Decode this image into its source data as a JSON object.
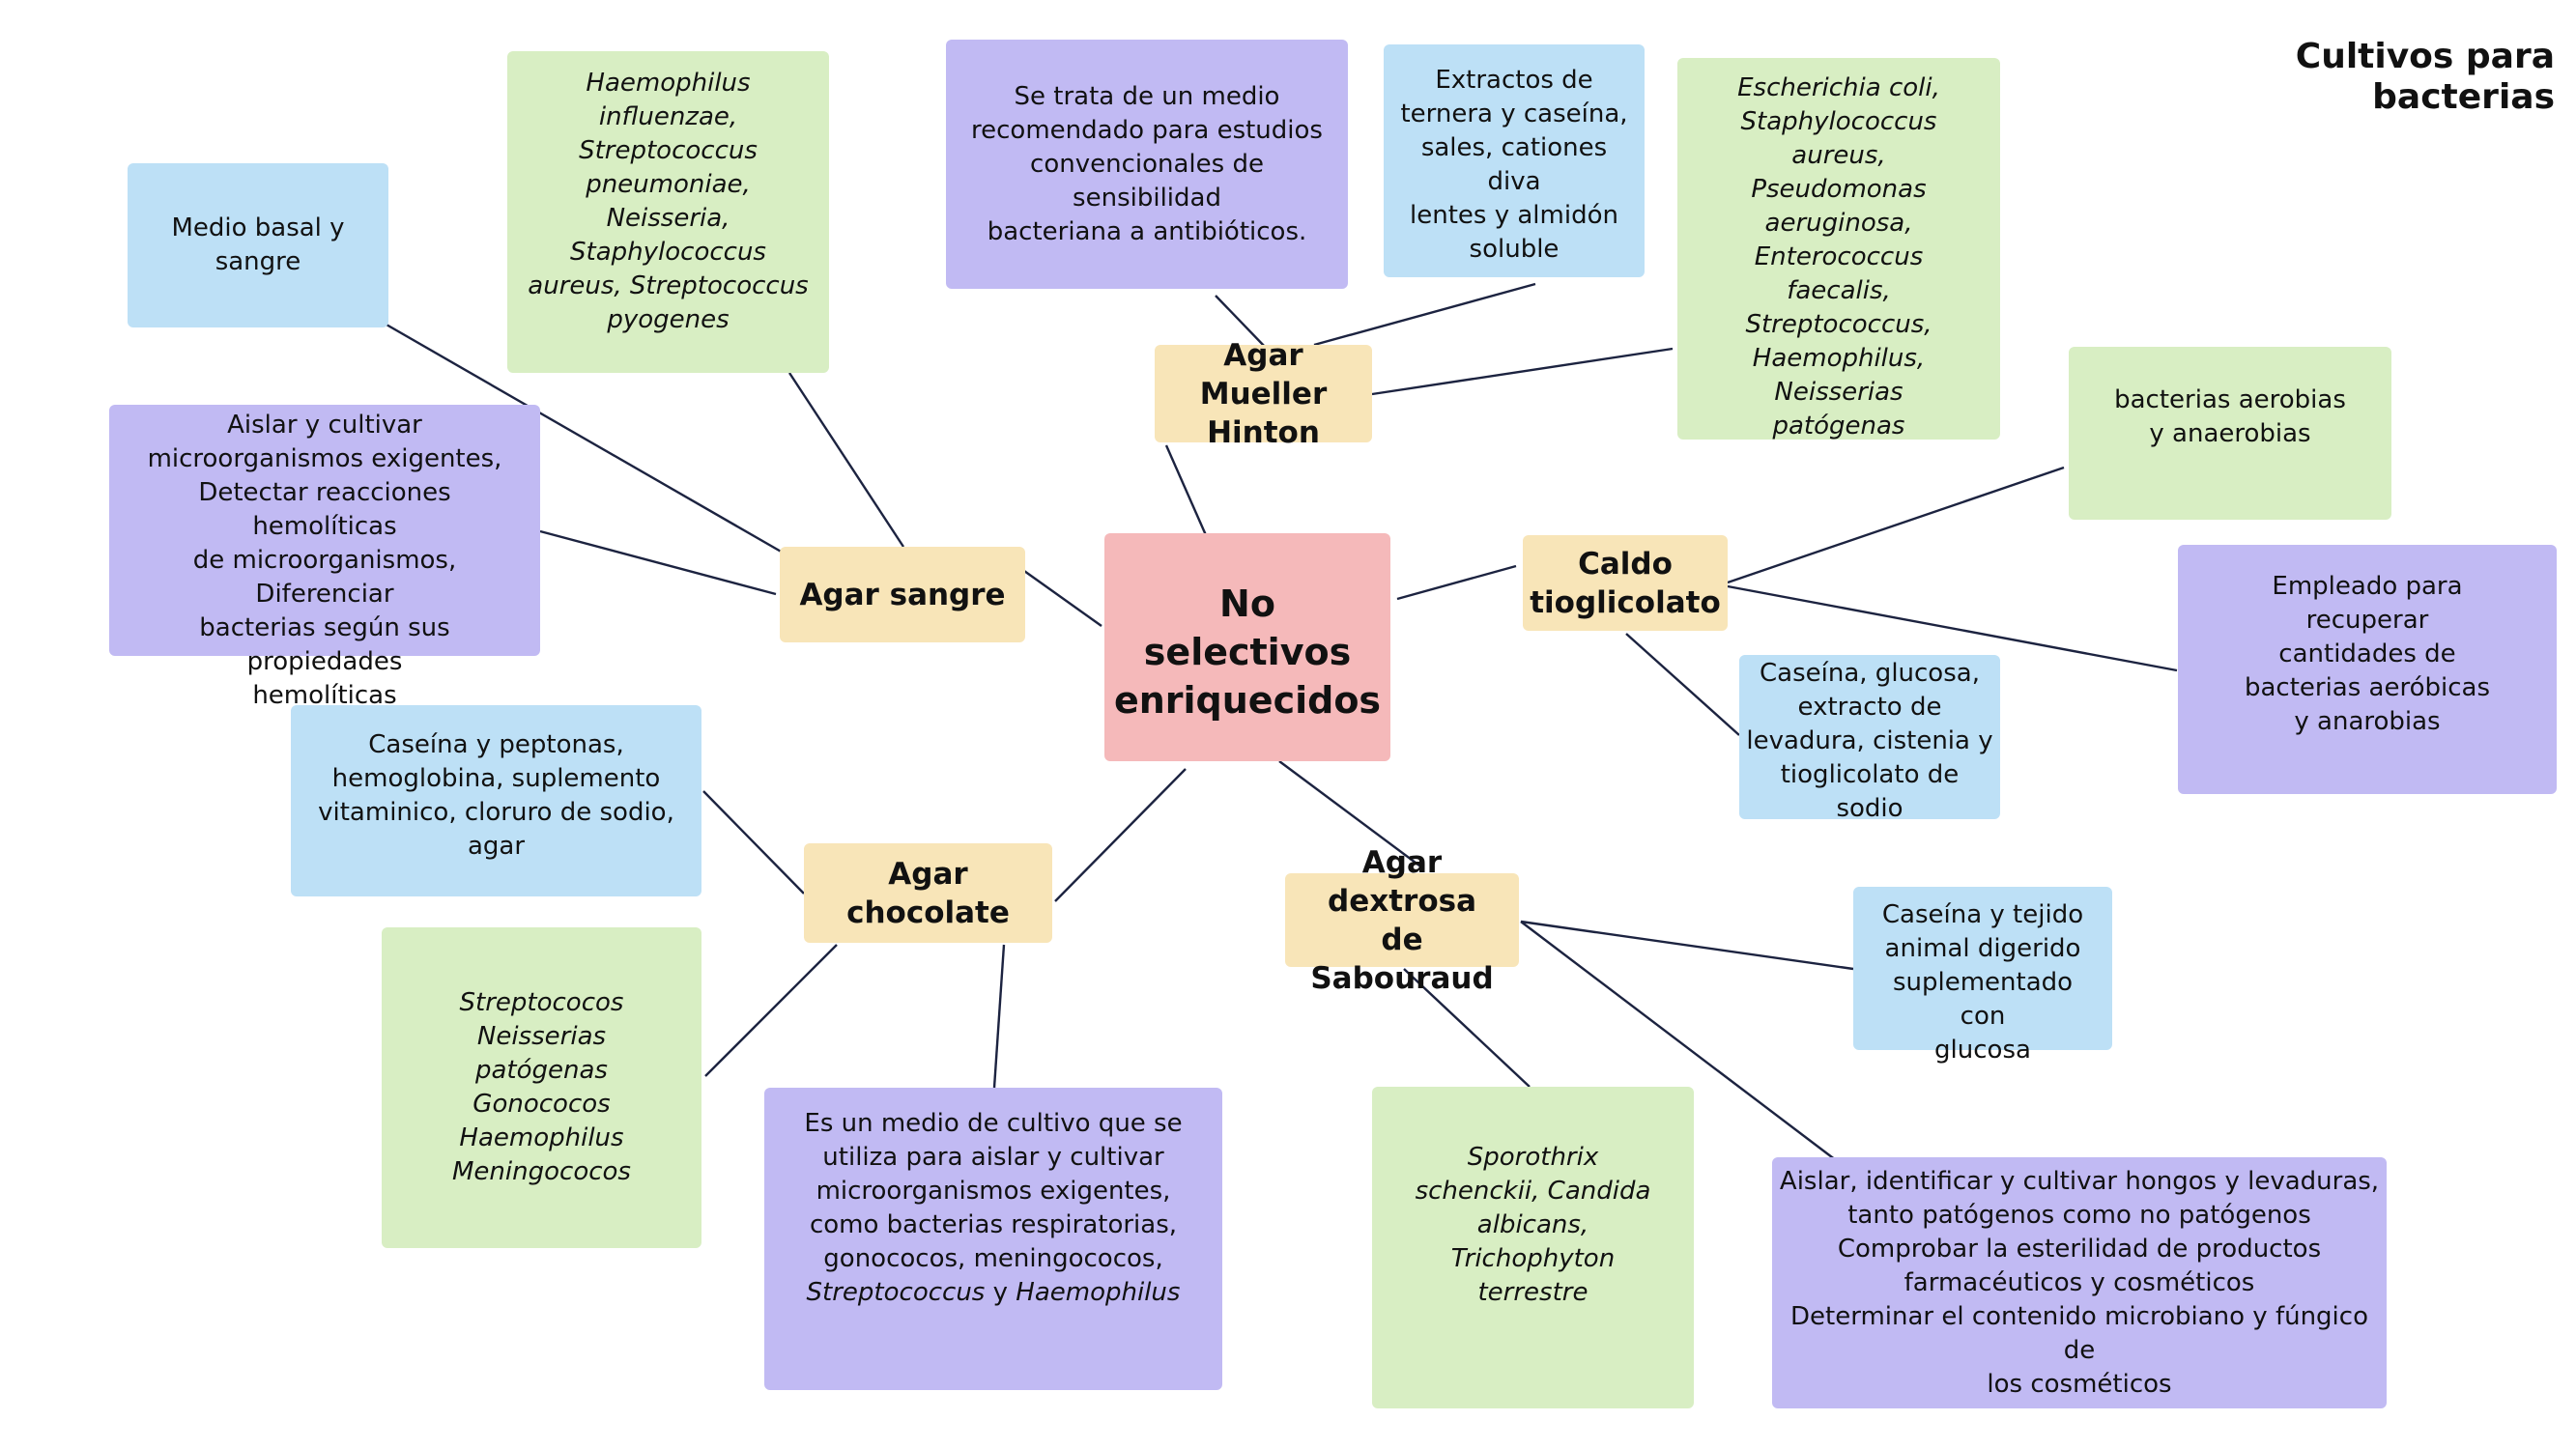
{
  "title": "Cultivos para\nbacterias",
  "center": "No selectivos\nenriquecidos",
  "nodes": {
    "agar_sangre": {
      "label": "Agar sangre",
      "composition": "Medio basal y\nsangre",
      "organisms": "Haemophilus\ninfluenzae,\nStreptococcus\npneumoniae,\nNeisseria,\nStaphylococcus\naureus, Streptococcus\npyogenes",
      "use": "Aislar y cultivar\nmicroorganismos exigentes,\nDetectar reacciones hemolíticas\nde microorganismos, Diferenciar\nbacterias según sus propiedades\nhemolíticas"
    },
    "mueller_hinton": {
      "label": "Agar Mueller\nHinton",
      "use": "Se trata de un medio\nrecomendado para estudios\nconvencionales de sensibilidad\nbacteriana a antibióticos.",
      "composition": "Extractos de\nternera y caseína,\nsales, cationes diva\nlentes y almidón\nsoluble",
      "organisms": "Escherichia coli,\nStaphylococcus\naureus,\nPseudomonas\naeruginosa,\nEnterococcus\nfaecalis,\nStreptococcus,\nHaemophilus,\nNeisserias\npatógenas"
    },
    "caldo_tioglicolato": {
      "label": "Caldo\ntioglicolato",
      "organisms": "bacterias aerobias\ny anaerobias",
      "use": "Empleado para\nrecuperar\ncantidades de\nbacterias aeróbicas\ny anarobias",
      "composition": "Caseína, glucosa,\nextracto de\nlevadura, cistenia y\ntioglicolato de\nsodio"
    },
    "agar_chocolate": {
      "label": "Agar\nchocolate",
      "composition": "Caseína y peptonas,\nhemoglobina, suplemento\nvitaminico, cloruro de sodio,\nagar",
      "organisms": "Streptococos\nNeisserias\npatógenas\nGonococos\nHaemophilus\nMeningococos",
      "use_plain": "Es un medio de cultivo que se\nutiliza para aislar y cultivar\nmicroorganismos exigentes,\ncomo bacterias respiratorias,\ngonococos, meningococos,",
      "use_italic_1": "Streptococcus",
      "use_conj": " y ",
      "use_italic_2": "Haemophilus"
    },
    "sabouraud": {
      "label": "Agar dextrosa\nde Sabouraud",
      "composition": "Caseína y tejido\nanimal digerido\nsuplementado con\nglucosa",
      "organisms": "Sporothrix\nschenckii, Candida\nalbicans,\nTrichophyton\nterrestre",
      "use": "Aislar, identificar y cultivar hongos y levaduras,\ntanto patógenos como no patógenos\nComprobar la esterilidad de productos\nfarmacéuticos y cosméticos\nDeterminar el contenido microbiano y fúngico de\nlos cosméticos"
    }
  },
  "colors": {
    "composition": "#bde0f6",
    "organisms": "#d8eec3",
    "use": "#c1baf3",
    "medium": "#f8e5b8",
    "center": "#f5b9ba",
    "connector": "#1c2340"
  }
}
